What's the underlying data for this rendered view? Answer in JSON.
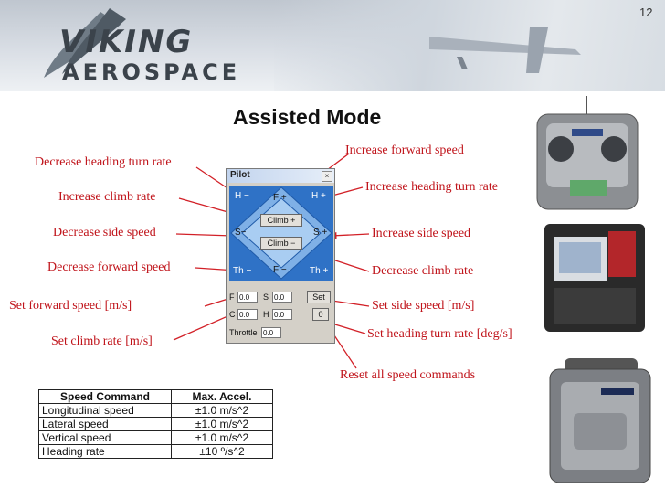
{
  "page_number": "12",
  "logo": {
    "line1": "VIKING",
    "line2": "AEROSPACE"
  },
  "title": "Assisted Mode",
  "callouts": {
    "decrease_heading_turn_rate": "Decrease heading turn rate",
    "increase_climb_rate": "Increase climb rate",
    "decrease_side_speed": "Decrease side speed",
    "decrease_forward_speed": "Decrease forward speed",
    "set_forward_speed": "Set forward speed [m/s]",
    "set_climb_rate": "Set climb rate [m/s]",
    "increase_forward_speed": "Increase forward speed",
    "increase_heading_turn_rate": "Increase heading turn rate",
    "increase_side_speed": "Increase side speed",
    "decrease_climb_rate": "Decrease climb rate",
    "set_side_speed": "Set side speed [m/s]",
    "set_heading_turn_rate": "Set heading turn rate [deg/s]",
    "reset_all": "Reset all speed commands"
  },
  "pilot": {
    "title": "Pilot",
    "close": "×",
    "h_minus": "H −",
    "h_plus": "H +",
    "f_plus": "F +",
    "f_minus": "F −",
    "s_minus": "S−",
    "s_plus": "S +",
    "th_minus": "Th −",
    "th_plus": "Th +",
    "climb_plus": "Climb +",
    "climb_minus": "Climb −",
    "f_label": "F",
    "f_value": "0.0",
    "s_label": "S",
    "s_value": "0.0",
    "set_label": "Set",
    "c_label": "C",
    "c_value": "0.0",
    "h_label": "H",
    "h_value": "0.0",
    "zero_label": "0",
    "throttle_label": "Throttle",
    "throttle_value": "0.0"
  },
  "table": {
    "headers": [
      "Speed Command",
      "Max. Accel."
    ],
    "rows": [
      [
        "Longitudinal speed",
        "±1.0  m/s^2"
      ],
      [
        "Lateral speed",
        "±1.0  m/s^2"
      ],
      [
        "Vertical speed",
        "±1.0  m/s^2"
      ],
      [
        "Heading rate",
        "±10  º/s^2"
      ]
    ]
  },
  "colors": {
    "callout": "#c0141b",
    "arrow": "#d22027",
    "pilot_blue": "#3b7fd0"
  }
}
